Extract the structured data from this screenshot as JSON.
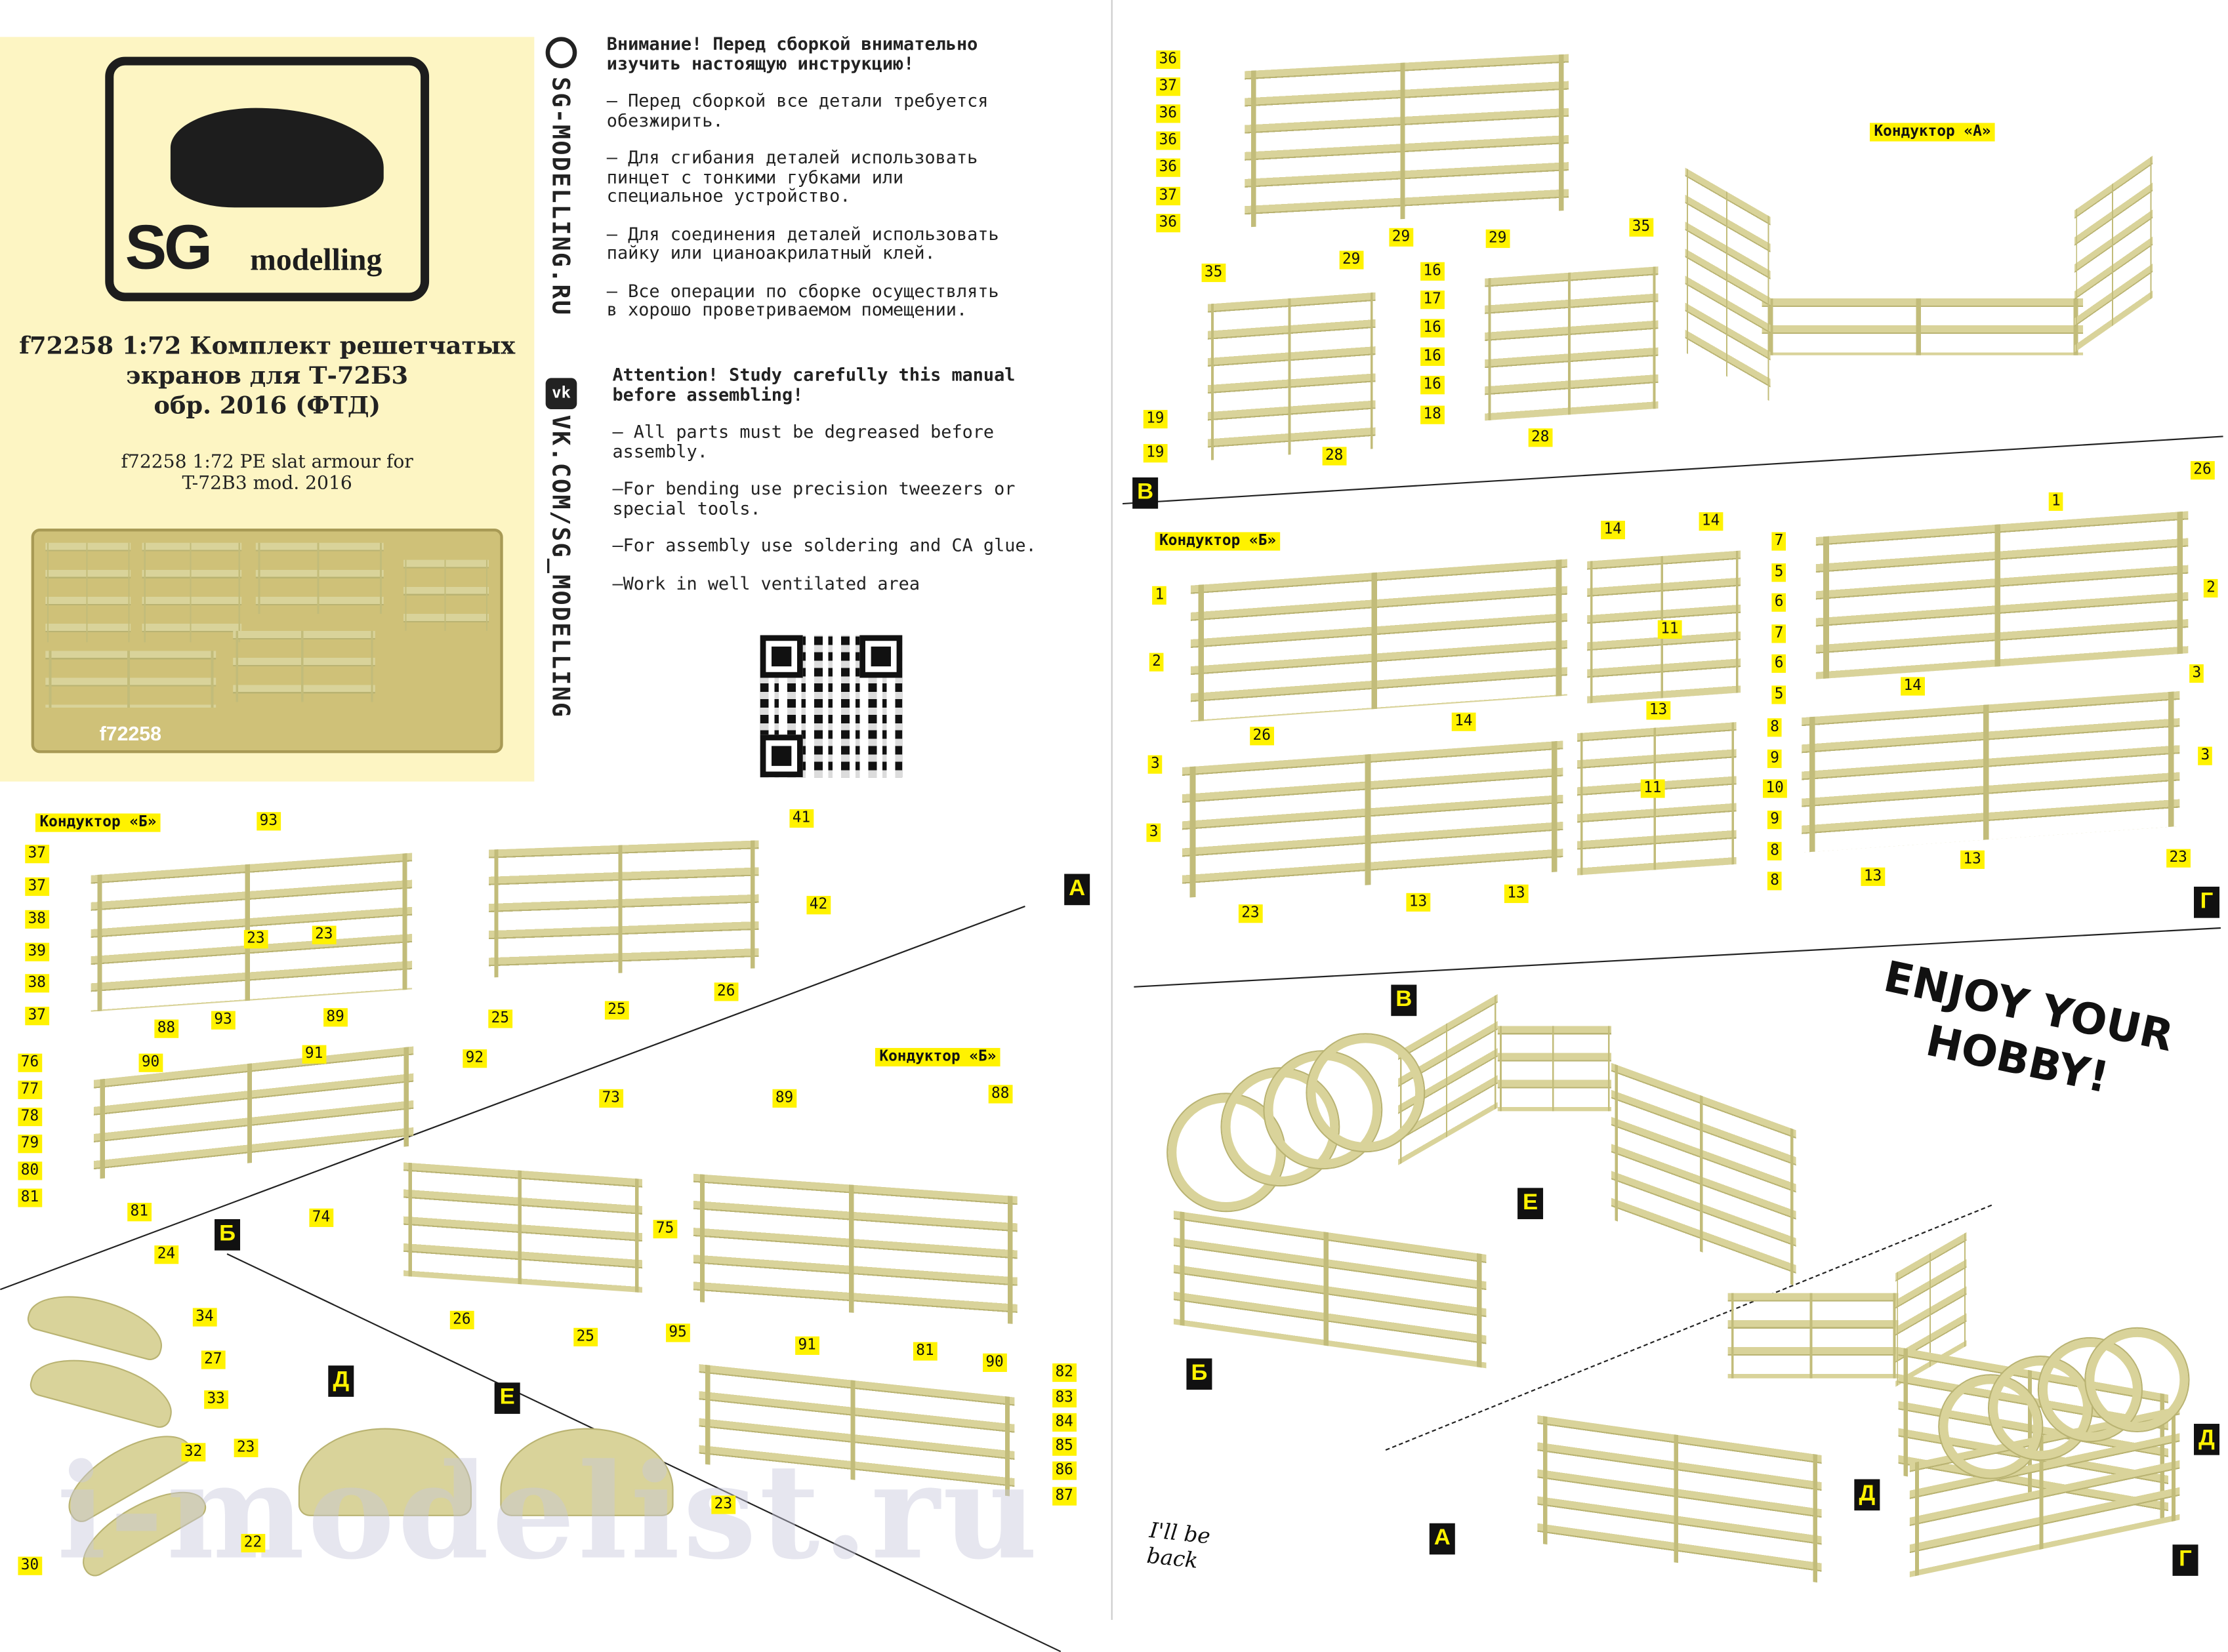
{
  "cover": {
    "logo_text": "SG modelling",
    "logo_monogram": "SG",
    "title_ru": "f72258 1:72 Комплект решетчатых\nэкранов для Т-72Б3\nобр. 2016 (ФТД)",
    "title_en": "f72258 1:72 PE slat armour for\nT-72B3 mod. 2016",
    "fret_code": "f72258"
  },
  "links": {
    "website": "SG-MODELLING.RU",
    "vk": "VK.COM/SG_MODELLING"
  },
  "instructions_ru": {
    "heading": "Внимание! Перед сборкой внимательно\nизучить настоящую инструкцию!",
    "items": [
      "– Перед сборкой все детали требуется\nобезжирить.",
      "– Для сгибания деталей использовать\nпинцет с тонкими губками или\nспециальное устройство.",
      "– Для соединения деталей использовать\nпайку или цианоакрилатный клей.",
      "– Все операции по сборке осуществлять\nв хорошо проветриваемом помещении."
    ]
  },
  "instructions_en": {
    "heading": "Attention! Study carefully this manual\nbefore assembling!",
    "items": [
      "– All parts must be degreased before\nassembly.",
      "–For bending use precision tweezers or\nspecial tools.",
      "–For assembly use soldering and CA glue.",
      "–Work in well ventilated area"
    ]
  },
  "jigs": [
    "Кондуктор «А»",
    "Кондуктор «Б»",
    "Кондуктор «Б»",
    "Кондуктор «Б»"
  ],
  "section_letters": [
    "В",
    "Г",
    "А",
    "Б",
    "Д",
    "Е",
    "В",
    "Е",
    "Б",
    "А",
    "Д",
    "Д",
    "Г"
  ],
  "callouts": [
    "36",
    "37",
    "36",
    "36",
    "36",
    "37",
    "36",
    "29",
    "35",
    "29",
    "29",
    "35",
    "16",
    "17",
    "16",
    "16",
    "16",
    "18",
    "19",
    "19",
    "28",
    "28",
    "1",
    "2",
    "26",
    "14",
    "14",
    "14",
    "7",
    "5",
    "6",
    "7",
    "6",
    "5",
    "11",
    "1",
    "26",
    "2",
    "14",
    "3",
    "13",
    "8",
    "9",
    "10",
    "9",
    "8",
    "8",
    "11",
    "3",
    "3",
    "23",
    "13",
    "13",
    "3",
    "13",
    "13",
    "23",
    "93",
    "37",
    "37",
    "38",
    "39",
    "38",
    "37",
    "23",
    "23",
    "88",
    "93",
    "89",
    "41",
    "42",
    "25",
    "25",
    "26",
    "76",
    "90",
    "91",
    "92",
    "77",
    "78",
    "79",
    "80",
    "81",
    "81",
    "73",
    "89",
    "88",
    "74",
    "75",
    "26",
    "25",
    "95",
    "91",
    "81",
    "90",
    "82",
    "83",
    "84",
    "85",
    "86",
    "87",
    "24",
    "34",
    "27",
    "33",
    "32",
    "23",
    "22",
    "30",
    "23"
  ],
  "footer": {
    "enjoy": "ENJOY YOUR\nHOBBY!",
    "back": "I'll be\nback",
    "watermark": "i-modelist.ru"
  },
  "colors": {
    "callout": "#fff200",
    "part": "#d9d39a",
    "cover": "#fdf5c3"
  }
}
